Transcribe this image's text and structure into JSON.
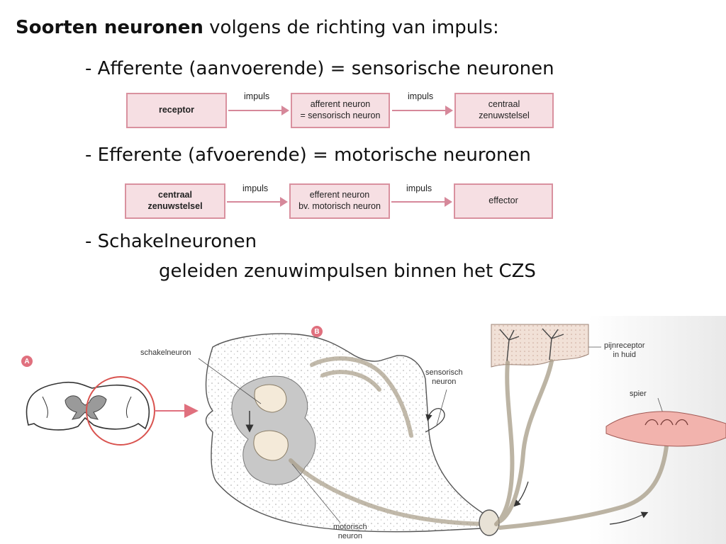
{
  "heading": {
    "bold": "Soorten neuronen",
    "rest": " volgens de richting van impuls:"
  },
  "afferent": {
    "title": "- Afferente (aanvoerende) = sensorische neuronen",
    "box1": "receptor",
    "box2_line1": "afferent neuron",
    "box2_line2": "= sensorisch neuron",
    "box3_line1": "centraal",
    "box3_line2": "zenuwstelsel",
    "impulse1": "impuls",
    "impulse2": "impuls"
  },
  "efferent": {
    "title": "- Efferente (afvoerende) = motorische neuronen",
    "box1_line1": "centraal",
    "box1_line2": "zenuwstelsel",
    "box2_line1": "efferent neuron",
    "box2_line2": "bv. motorisch neuron",
    "box3": "effector",
    "impulse1": "impuls",
    "impulse2": "impuls"
  },
  "interneuron": {
    "title": "- Schakelneuronen",
    "description": "geleiden zenuwimpulsen binnen het CZS"
  },
  "figure": {
    "badge_a": "A",
    "badge_b": "B",
    "label_schakelneuron": "schakelneuron",
    "label_sensorisch_1": "sensorisch",
    "label_sensorisch_2": "neuron",
    "label_pijnreceptor_1": "pijnreceptor",
    "label_pijnreceptor_2": "in huid",
    "label_spier": "spier",
    "label_motorisch_1": "motorisch",
    "label_motorisch_2": "neuron"
  },
  "colors": {
    "box_fill": "#f6dfe3",
    "box_border": "#d9919f",
    "arrow": "#d6889a",
    "circle": "#d9534f",
    "muscle": "#f0a0a0"
  }
}
